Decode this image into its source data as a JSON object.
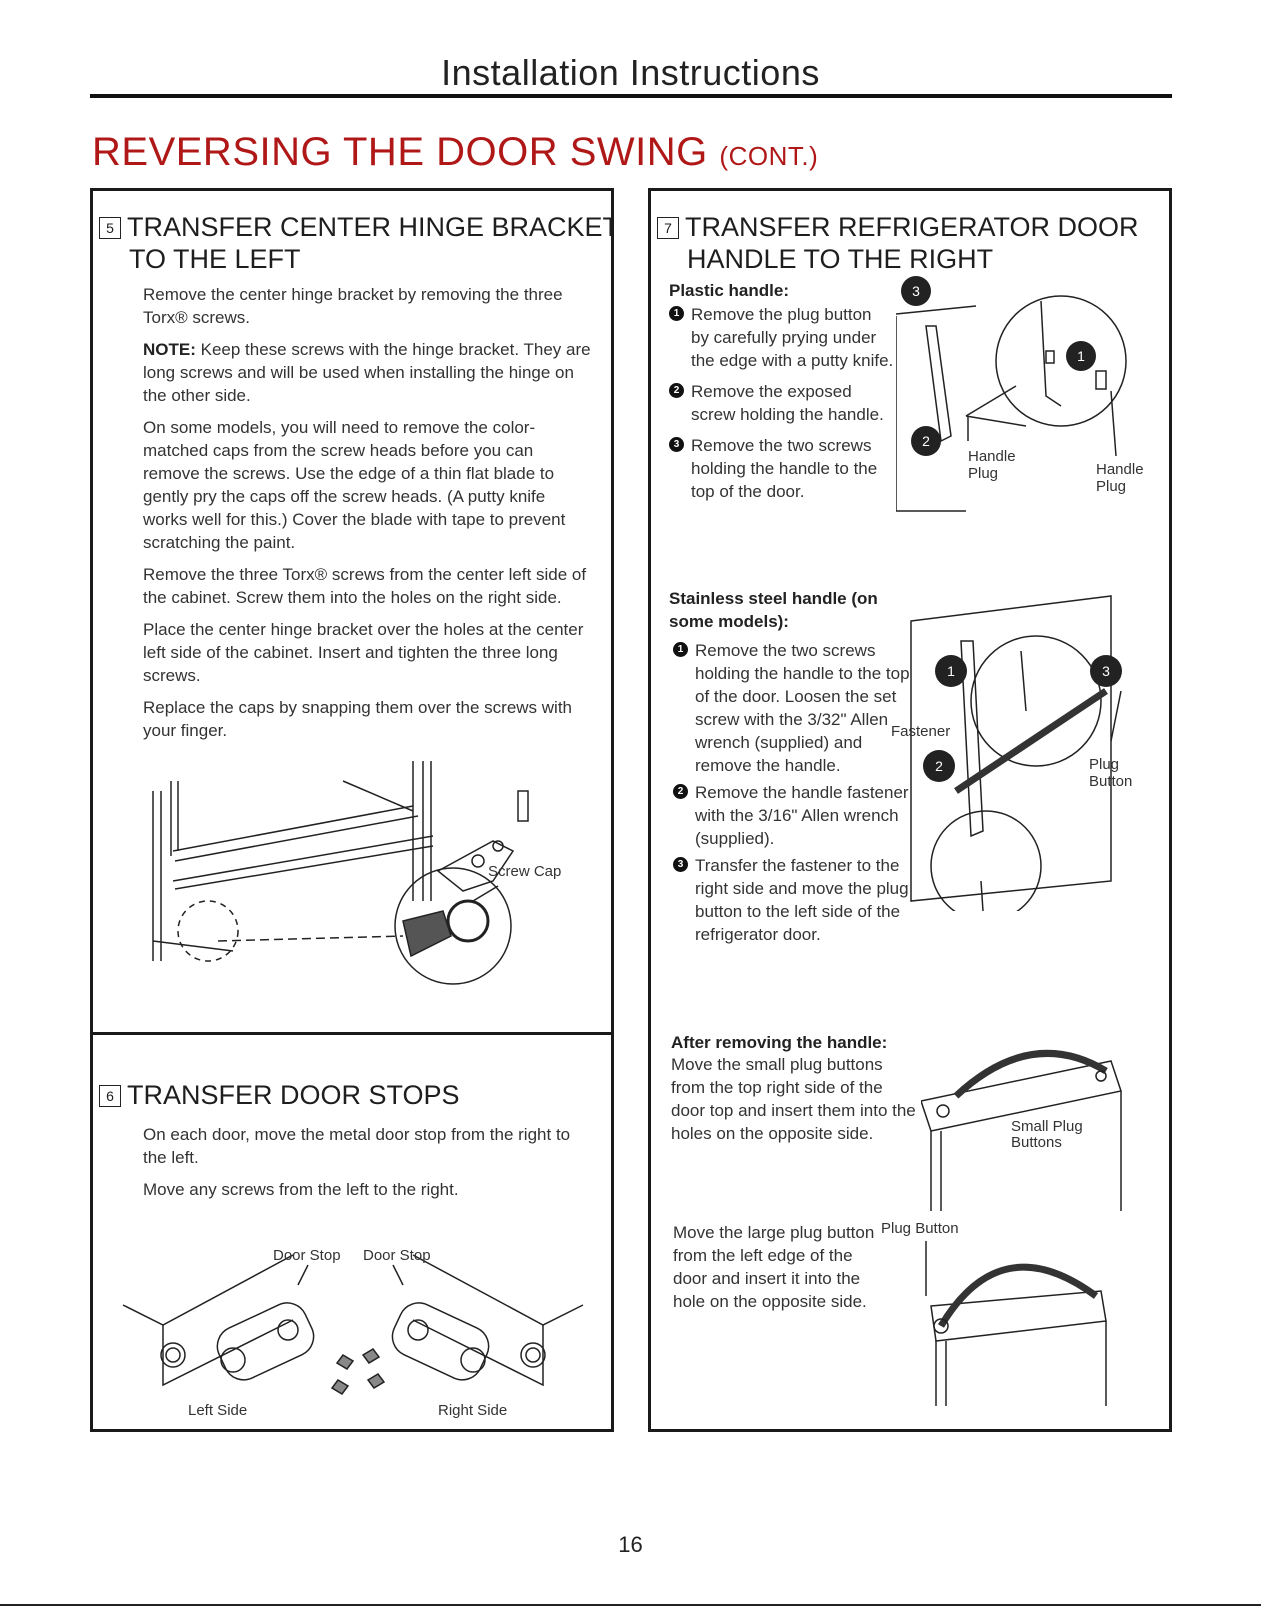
{
  "header": {
    "title": "Installation Instructions"
  },
  "section": {
    "title": "REVERSING THE DOOR SWING",
    "cont": "(CONT.)"
  },
  "step5": {
    "num": "5",
    "title_line1": "TRANSFER CENTER HINGE BRACKET",
    "title_line2": "TO THE LEFT",
    "p1": "Remove the center hinge bracket by removing the three Torx® screws.",
    "note_label": "NOTE:",
    "note_text": " Keep these screws with the hinge bracket. They are long screws and will be used when installing the hinge on the other side.",
    "p3": "On some models, you will need to remove the color-matched caps from the screw heads before you can remove the screws. Use the edge of a thin flat blade to gently pry the caps off the screw heads. (A putty knife works well for this.) Cover the blade with tape to prevent scratching the paint.",
    "p4": "Remove the three Torx® screws from the center left side of the cabinet. Screw them into the holes on the right side.",
    "p5": "Place the center hinge bracket over the holes at the center left side of the cabinet. Insert and tighten the three long screws.",
    "p6": "Replace the caps by snapping them over the screws with your finger.",
    "label_screw_cap": "Screw Cap"
  },
  "step6": {
    "num": "6",
    "title": "TRANSFER DOOR STOPS",
    "p1": "On each door, move the metal door stop from the right to the left.",
    "p2": "Move any screws from the left to the right.",
    "label_door_stop_left": "Door Stop",
    "label_door_stop_right": "Door Stop",
    "label_left_side": "Left Side",
    "label_right_side": "Right Side"
  },
  "step7": {
    "num": "7",
    "title_line1": "TRANSFER REFRIGERATOR DOOR",
    "title_line2": "HANDLE TO THE RIGHT",
    "plastic_head": "Plastic handle:",
    "plastic_items": [
      {
        "n": "1",
        "text": "Remove the plug button by carefully prying under the edge with a putty knife."
      },
      {
        "n": "2",
        "text": "Remove the exposed screw holding the handle."
      },
      {
        "n": "3",
        "text": "Remove the two screws holding the handle to the top of the door."
      }
    ],
    "plastic_labels": {
      "handle_plug_a": "Handle",
      "handle_plug_b": "Plug",
      "handle_plug2_a": "Handle",
      "handle_plug2_b": "Plug",
      "c1": "1",
      "c2": "2",
      "c3": "3"
    },
    "steel_head": "Stainless steel handle (on some models):",
    "steel_items": [
      {
        "n": "1",
        "text": "Remove the two screws holding the handle to the top of the door. Loosen the set screw with the 3/32\" Allen wrench (supplied) and remove the handle."
      },
      {
        "n": "2",
        "text": "Remove the handle fastener with the 3/16\" Allen wrench (supplied)."
      },
      {
        "n": "3",
        "text": "Transfer the fastener to the right side and move the plug button to the left side of the refrigerator door."
      }
    ],
    "steel_labels": {
      "fastener": "Fastener",
      "plug": "Plug",
      "button": "Button",
      "c1": "1",
      "c2": "2",
      "c3": "3"
    },
    "after_head": "After removing the handle:",
    "after_text": "Move the small plug buttons from the top right side of the door top and insert them into the holes on the opposite side.",
    "small_plug_a": "Small Plug",
    "small_plug_b": "Buttons",
    "large_text": "Move the large plug button from the left edge of the door and insert it into the hole on the opposite side.",
    "plug_button": "Plug Button"
  },
  "page": {
    "number": "16"
  }
}
